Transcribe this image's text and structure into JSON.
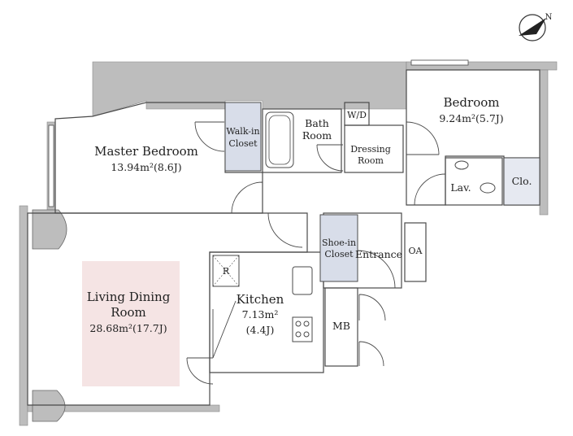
{
  "rooms": {
    "master_bedroom": {
      "name": "Master Bedroom",
      "area": "13.94m²(8.6J)"
    },
    "walk_in_closet": {
      "line1": "Walk-in",
      "line2": "Closet"
    },
    "bath_room": {
      "line1": "Bath",
      "line2": "Room"
    },
    "wd": {
      "label": "W/D"
    },
    "dressing_room": {
      "line1": "Dressing",
      "line2": "Room"
    },
    "bedroom": {
      "name": "Bedroom",
      "area": "9.24m²(5.7J)"
    },
    "lavatory": {
      "label": "Lav."
    },
    "closet": {
      "label": "Clo."
    },
    "shoe_in_closet": {
      "line1": "Shoe-in",
      "line2": "Closet"
    },
    "entrance": {
      "label": "Entrance"
    },
    "oa": {
      "label": "OA"
    },
    "living_dining": {
      "line1": "Living Dining",
      "line2": "Room",
      "area": "28.68m²(17.7J)"
    },
    "kitchen": {
      "name": "Kitchen",
      "area1": "7.13m²",
      "area2": "(4.4J)"
    },
    "refrigerator": {
      "label": "R"
    },
    "mb": {
      "label": "MB"
    }
  },
  "compass": {
    "label": "N"
  },
  "colors": {
    "wall": "#bdbdbd",
    "outline": "#4a4a4a",
    "closet_fill": "#d8dde9",
    "living_highlight": "#f5e4e4"
  }
}
